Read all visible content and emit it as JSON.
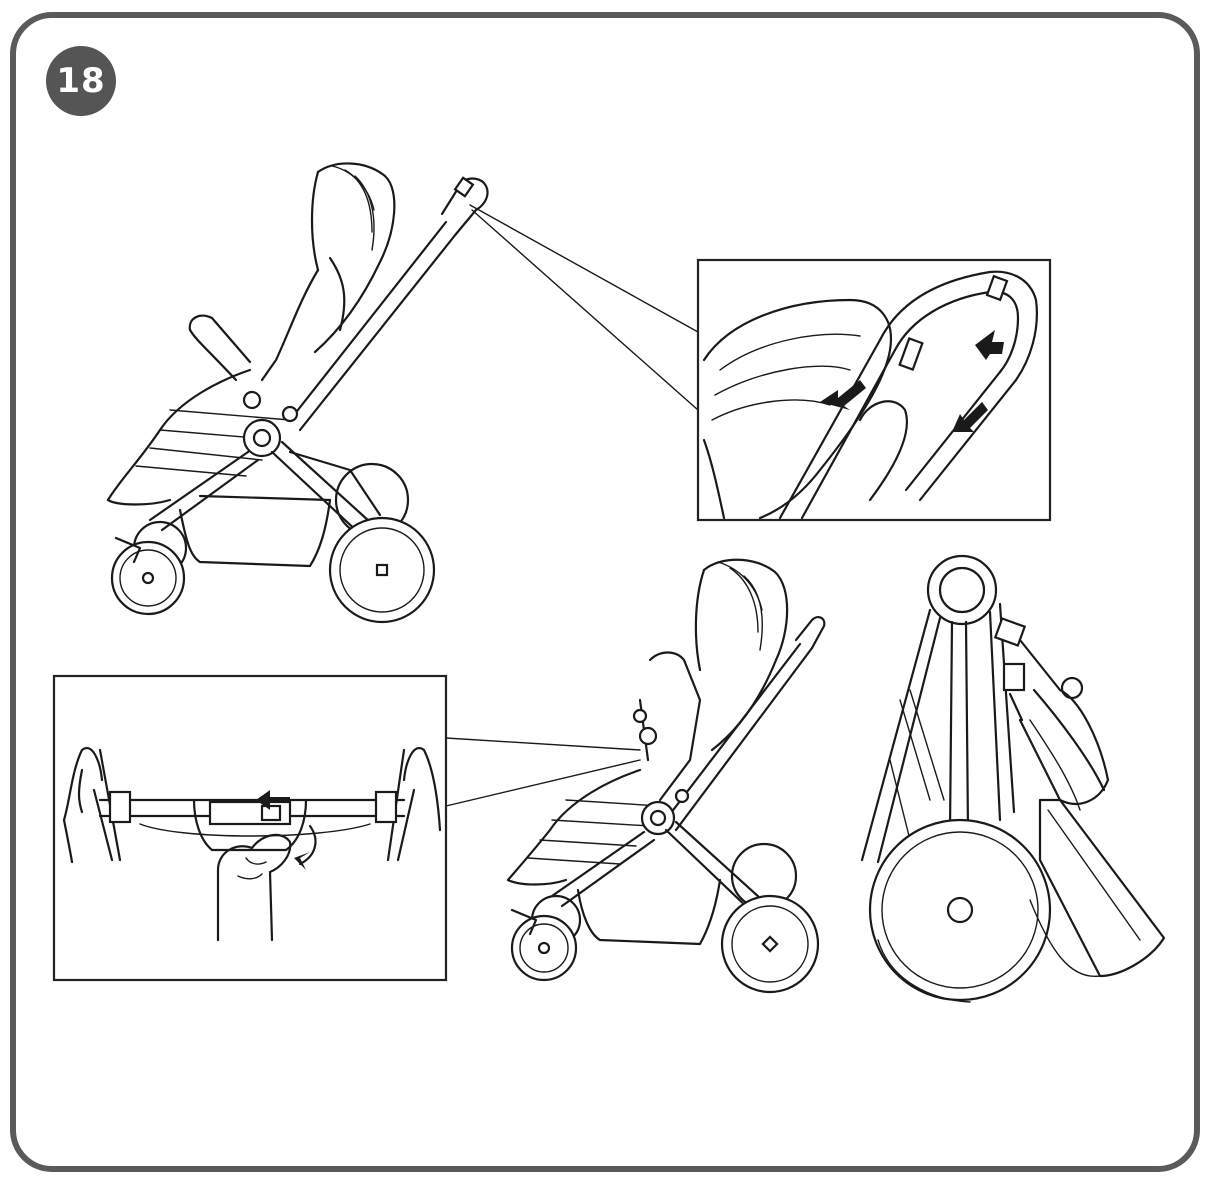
{
  "step": {
    "number": "18"
  },
  "colors": {
    "frame": "#5a5a5a",
    "badge": "#555555",
    "line": "#1a1a1a"
  },
  "illustrations": [
    {
      "id": "stroller-open",
      "icon": "stroller-side-view"
    },
    {
      "id": "handle-detail",
      "icon": "handle-fold-buttons-zoom"
    },
    {
      "id": "stroller-folding",
      "icon": "stroller-partially-folded"
    },
    {
      "id": "release-lever-detail",
      "icon": "hand-release-lever-zoom"
    },
    {
      "id": "stroller-folded",
      "icon": "stroller-folded-compact"
    }
  ]
}
